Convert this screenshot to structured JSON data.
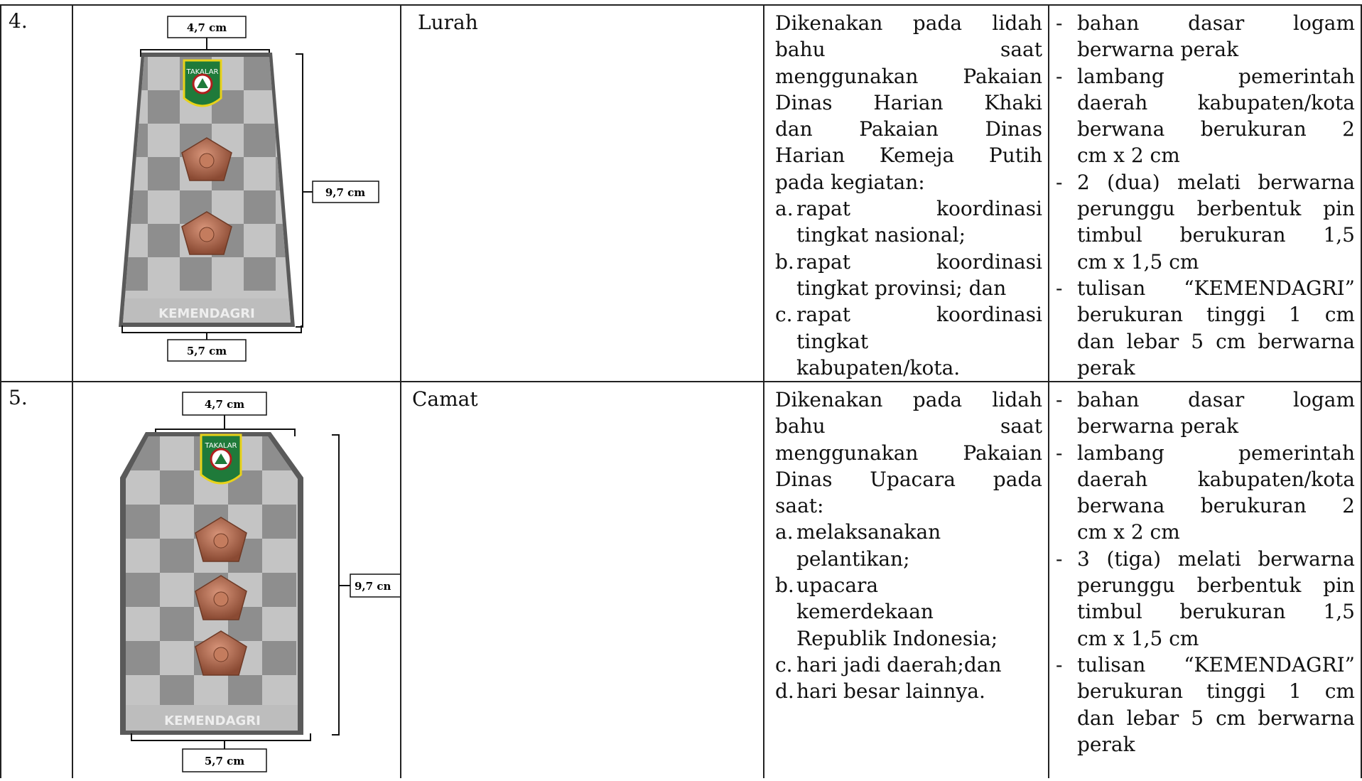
{
  "rows": [
    {
      "number": "4.",
      "jabatan": "Lurah",
      "dims": {
        "top": "4,7 cm",
        "side": "9,7 cm",
        "bottom": "5,7 cm"
      },
      "board_text": "KEMENDAGRI",
      "logo_text": "TAKALAR",
      "ket_intro": [
        "Dikenakan pada lidah",
        "bahu saat",
        "menggunakan Pakaian",
        "Dinas Harian Khaki",
        "dan Pakaian Dinas",
        "Harian Kemeja Putih"
      ],
      "ket_intro_last": "pada kegiatan:",
      "ket_items": [
        {
          "m": "a.",
          "lines": [
            "rapat koordinasi",
            "tingkat nasional;"
          ]
        },
        {
          "m": "b.",
          "lines": [
            "rapat koordinasi",
            "tingkat provinsi; dan"
          ]
        },
        {
          "m": "c.",
          "lines": [
            "rapat koordinasi",
            "tingkat",
            "kabupaten/kota."
          ]
        }
      ],
      "spec_items": [
        {
          "m": "-",
          "lines": [
            "bahan dasar logam",
            "berwarna perak"
          ]
        },
        {
          "m": "-",
          "lines": [
            "lambang pemerintah",
            "daerah kabupaten/kota",
            "berwana berukuran 2",
            "cm x 2 cm"
          ]
        },
        {
          "m": "-",
          "lines": [
            "2 (dua) melati berwarna",
            "perunggu berbentuk pin",
            "timbul berukuran 1,5",
            "cm x 1,5 cm"
          ]
        },
        {
          "m": "-",
          "lines": [
            "tulisan “KEMENDAGRI”",
            "berukuran tinggi 1 cm",
            "dan lebar 5 cm berwarna",
            "perak"
          ]
        }
      ]
    },
    {
      "number": "5.",
      "jabatan": "Camat",
      "dims": {
        "top": "4,7 cm",
        "side": "9,7 cn",
        "bottom": "5,7 cm"
      },
      "board_text": "KEMENDAGRI",
      "logo_text": "TAKALAR",
      "ket_intro": [
        "Dikenakan pada lidah",
        "bahu saat",
        "menggunakan Pakaian",
        "Dinas Upacara pada"
      ],
      "ket_intro_last": "saat:",
      "ket_items": [
        {
          "m": "a.",
          "lines": [
            "melaksanakan",
            "pelantikan;"
          ]
        },
        {
          "m": "b.",
          "lines": [
            "upacara",
            "kemerdekaan",
            "Republik Indonesia;"
          ]
        },
        {
          "m": "c.",
          "lines": [
            "hari jadi daerah;dan"
          ]
        },
        {
          "m": "d.",
          "lines": [
            "hari besar lainnya."
          ]
        }
      ],
      "spec_items": [
        {
          "m": "-",
          "lines": [
            "bahan dasar logam",
            "berwarna perak"
          ]
        },
        {
          "m": "-",
          "lines": [
            "lambang pemerintah",
            "daerah kabupaten/kota",
            "berwana berukuran 2",
            "cm x 2 cm"
          ]
        },
        {
          "m": "-",
          "lines": [
            "3 (tiga) melati berwarna",
            "perunggu berbentuk pin",
            "timbul berukuran 1,5",
            "cm x 1,5 cm"
          ]
        },
        {
          "m": "-",
          "lines": [
            "tulisan “KEMENDAGRI”",
            "berukuran tinggi 1 cm",
            "dan lebar 5 cm berwarna",
            "perak"
          ]
        }
      ]
    }
  ],
  "colors": {
    "board_dark": "#5a5a5a",
    "tile_dark": "#8e8e8e",
    "tile_light": "#c4c4c4",
    "bronze": "#b46a4a",
    "logo_green": "#1f7a3a",
    "logo_yellow": "#e8d21a"
  }
}
